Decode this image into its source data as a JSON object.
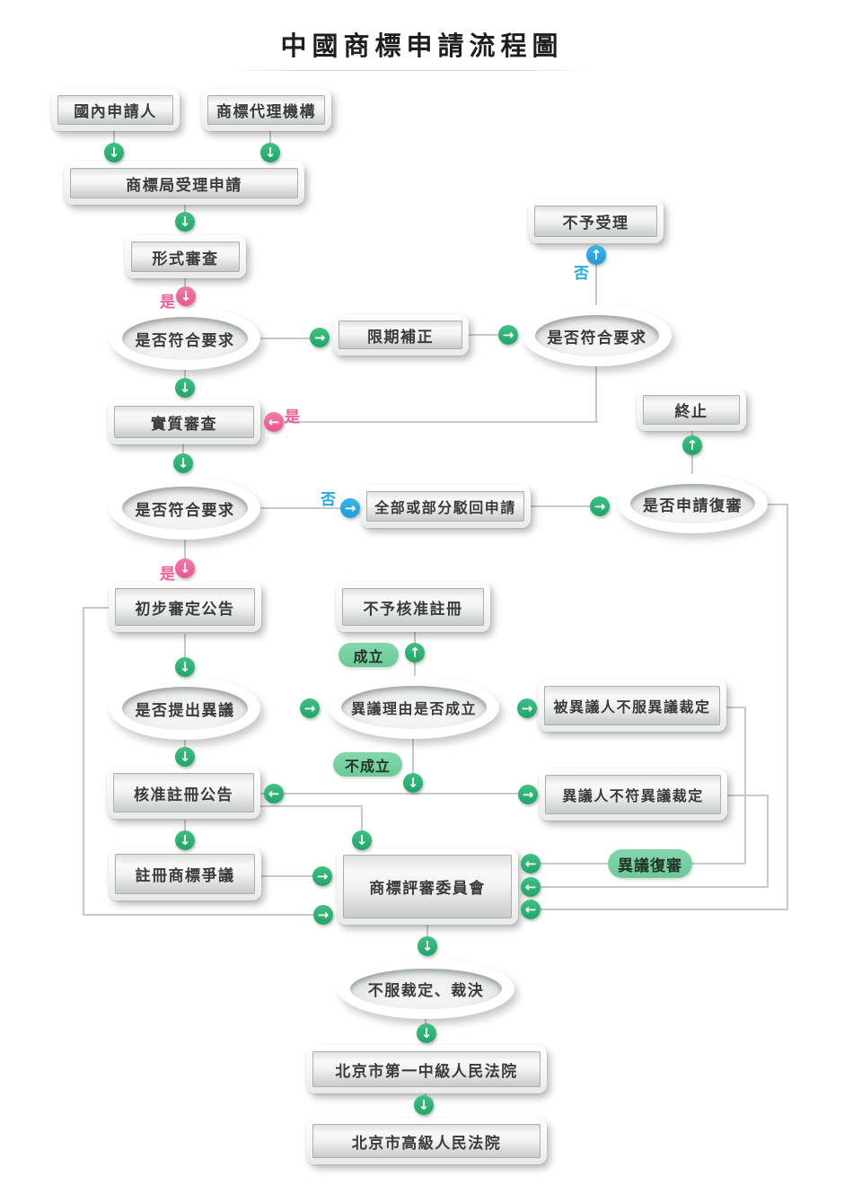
{
  "title": "中國商標申請流程圖",
  "labels": {
    "yes": "是",
    "no": "否"
  },
  "pills": {
    "established": "成立",
    "not_established": "不成立",
    "objection_review": "異議復審"
  },
  "nodes": {
    "domestic_applicant": "國內申請人",
    "trademark_agency": "商標代理機構",
    "office_accepts": "商標局受理申請",
    "formal_examination": "形式審查",
    "meets_requirements_1": "是否符合要求",
    "correction_time_limit": "限期補正",
    "meets_requirements_2": "是否符合要求",
    "not_accepted": "不予受理",
    "substantive_examination": "實質審查",
    "meets_requirements_3": "是否符合要求",
    "reject_application": "全部或部分駁回申請",
    "apply_for_review": "是否申請復審",
    "terminate": "終止",
    "preliminary_approval": "初步審定公告",
    "registration_not_approved": "不予核准註冊",
    "objection_raised": "是否提出異議",
    "objection_grounds": "異議理由是否成立",
    "opposed_party_dissatisfied": "被異議人不服異議裁定",
    "approved_announcement": "核准註冊公告",
    "opponent_dissatisfied": "異議人不符異議裁定",
    "registered_trademark_dispute": "註冊商標爭議",
    "review_board": "商標評審委員會",
    "dissatisfied_ruling": "不服裁定、裁決",
    "intermediate_court": "北京市第一中級人民法院",
    "higher_court": "北京市高級人民法院"
  },
  "colors": {
    "arrow_green": "#2fb475",
    "arrow_pink": "#ee5f96",
    "arrow_blue": "#29a8e0",
    "pill_green": "#76d0a2",
    "line_gray": "#c9c9c9"
  }
}
